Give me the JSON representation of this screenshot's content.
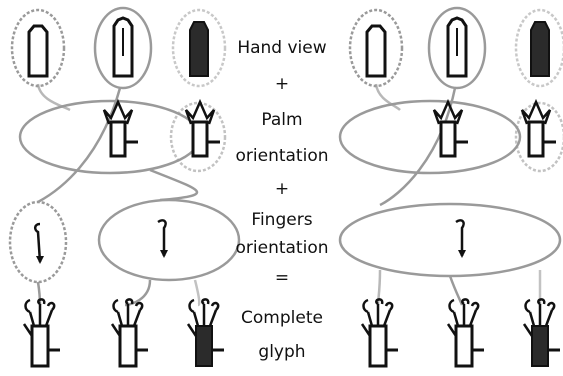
{
  "captions": {
    "hand_view": "Hand view",
    "plus_1": "+",
    "palm": "Palm",
    "palm_orientation": "orientation",
    "plus_2": "+",
    "fingers": "Fingers",
    "fingers_orientation": "orientation",
    "equals": "=",
    "complete": "Complete",
    "glyph": "glyph"
  },
  "rows": [
    "hand-view",
    "palm-orientation",
    "fingers-orientation",
    "complete-glyph"
  ],
  "hand_view_fills": [
    "white",
    "white",
    "dark"
  ],
  "colors": {
    "stroke": "#111111",
    "dark_fill": "#2b2b2b",
    "ellipse": "#9a9a9a"
  }
}
